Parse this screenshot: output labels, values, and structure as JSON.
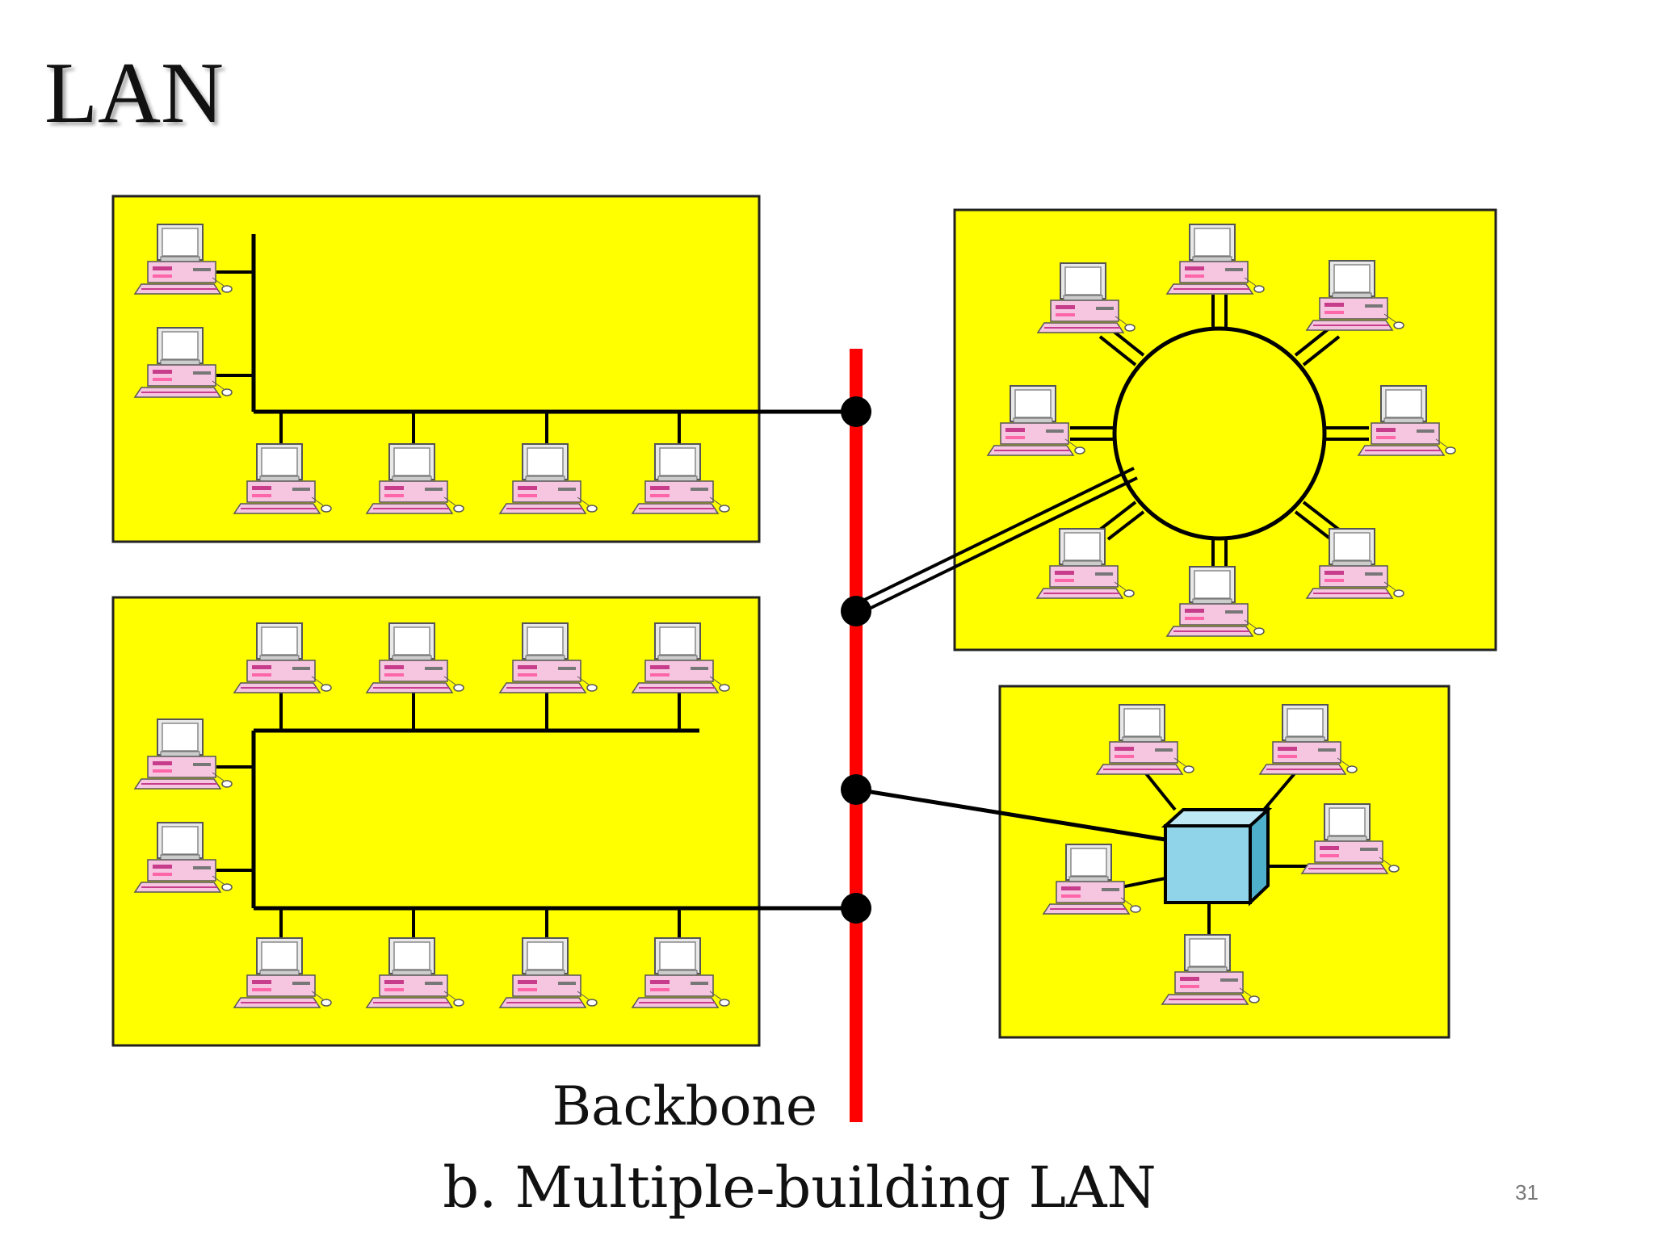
{
  "slide": {
    "title": "LAN",
    "page_number": "31"
  },
  "diagram": {
    "backbone_label": "Backbone",
    "caption": "b. Multiple-building LAN",
    "colors": {
      "building_fill": "#ffff00",
      "backbone": "#ff0000",
      "hub_fill": "#8fd4e8",
      "line": "#000000"
    },
    "buildings": [
      {
        "name": "top-left-bus-building",
        "topology": "bus",
        "computers": 6
      },
      {
        "name": "bottom-left-bus-building",
        "topology": "dual-bus",
        "computers": 10
      },
      {
        "name": "top-right-ring-building",
        "topology": "ring",
        "computers": 8
      },
      {
        "name": "bottom-right-star-building",
        "topology": "star",
        "computers": 5
      }
    ],
    "backbone_connections": 4
  }
}
